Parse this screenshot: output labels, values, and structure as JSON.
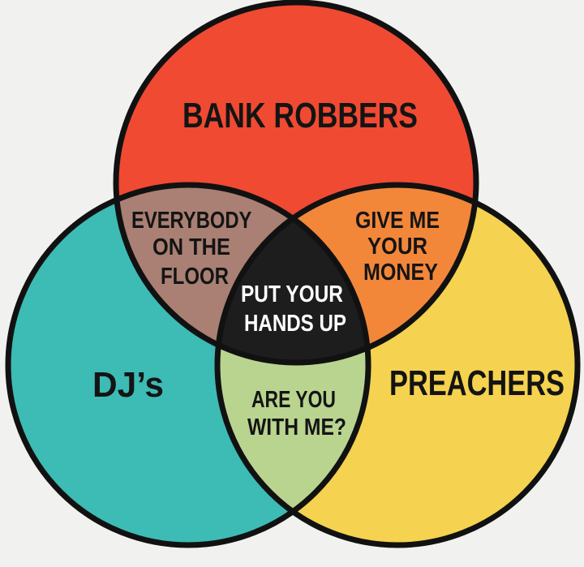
{
  "sets": {
    "top": {
      "label": "BANK ROBBERS",
      "color": "#f04a32"
    },
    "left": {
      "label": "DJ’s",
      "color": "#3dbbb5"
    },
    "right": {
      "label": "PREACHERS",
      "color": "#f5d24f"
    }
  },
  "intersections": {
    "top_left": {
      "lines": [
        "EVERYBODY",
        "ON THE",
        "FLOOR"
      ],
      "color": "#a98073"
    },
    "top_right": {
      "lines": [
        "GIVE ME",
        "YOUR",
        "MONEY"
      ],
      "color": "#f2873a"
    },
    "left_right": {
      "lines": [
        "ARE YOU",
        "WITH ME?"
      ],
      "color": "#b9d48f"
    },
    "center": {
      "lines": [
        "PUT YOUR",
        "HANDS UP"
      ],
      "color": "#1d1d1d"
    }
  },
  "colors": {
    "background": "#f1f1ef",
    "outline": "#111111",
    "text_dark": "#141414",
    "text_light": "#ffffff"
  }
}
